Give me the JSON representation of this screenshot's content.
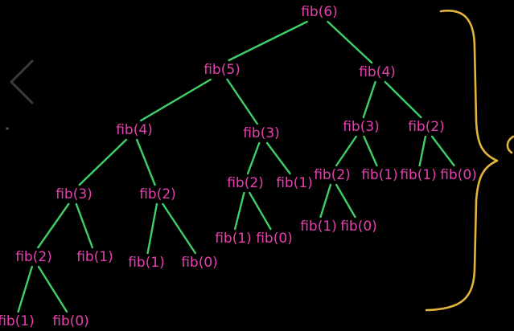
{
  "tree": {
    "edge_color": "#3fcf6a",
    "label_color": "#e83fb0",
    "nodes": [
      {
        "id": "n0",
        "label": "fib(6)"
      },
      {
        "id": "n1",
        "label": "fib(5)"
      },
      {
        "id": "n2",
        "label": "fib(4)"
      },
      {
        "id": "n3",
        "label": "fib(4)"
      },
      {
        "id": "n4",
        "label": "fib(3)"
      },
      {
        "id": "n5",
        "label": "fib(3)"
      },
      {
        "id": "n6",
        "label": "fib(2)"
      },
      {
        "id": "n7",
        "label": "fib(3)"
      },
      {
        "id": "n8",
        "label": "fib(2)"
      },
      {
        "id": "n9",
        "label": "fib(2)"
      },
      {
        "id": "n10",
        "label": "fib(1)"
      },
      {
        "id": "n11",
        "label": "fib(2)"
      },
      {
        "id": "n12",
        "label": "fib(1)"
      },
      {
        "id": "n13",
        "label": "fib(1)"
      },
      {
        "id": "n14",
        "label": "fib(0)"
      },
      {
        "id": "n15",
        "label": "fib(2)"
      },
      {
        "id": "n16",
        "label": "fib(1)"
      },
      {
        "id": "n17",
        "label": "fib(1)"
      },
      {
        "id": "n18",
        "label": "fib(0)"
      },
      {
        "id": "n19",
        "label": "fib(1)"
      },
      {
        "id": "n20",
        "label": "fib(0)"
      },
      {
        "id": "n21",
        "label": "fib(1)"
      },
      {
        "id": "n22",
        "label": "fib(0)"
      },
      {
        "id": "n23",
        "label": "fib(1)"
      },
      {
        "id": "n24",
        "label": "fib(0)"
      }
    ],
    "edges": [
      [
        "n0",
        "n1"
      ],
      [
        "n0",
        "n2"
      ],
      [
        "n1",
        "n3"
      ],
      [
        "n1",
        "n4"
      ],
      [
        "n2",
        "n5"
      ],
      [
        "n2",
        "n6"
      ],
      [
        "n3",
        "n7"
      ],
      [
        "n3",
        "n8"
      ],
      [
        "n4",
        "n9"
      ],
      [
        "n4",
        "n10"
      ],
      [
        "n5",
        "n11"
      ],
      [
        "n5",
        "n12"
      ],
      [
        "n6",
        "n13"
      ],
      [
        "n6",
        "n14"
      ],
      [
        "n7",
        "n15"
      ],
      [
        "n7",
        "n16"
      ],
      [
        "n8",
        "n17"
      ],
      [
        "n8",
        "n18"
      ],
      [
        "n9",
        "n19"
      ],
      [
        "n9",
        "n20"
      ],
      [
        "n11",
        "n21"
      ],
      [
        "n11",
        "n22"
      ],
      [
        "n15",
        "n23"
      ],
      [
        "n15",
        "n24"
      ]
    ]
  },
  "brace_color": "#e2b43a",
  "icons": {
    "back": "chevron-left-icon"
  }
}
